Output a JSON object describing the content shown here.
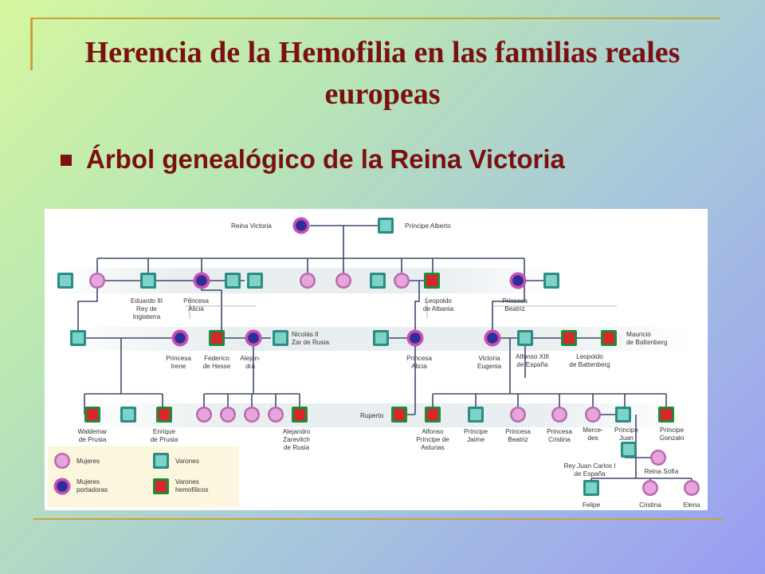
{
  "title": "Herencia de la Hemofilia en las familias reales europeas",
  "subtitle": "Árbol genealógico de la Reina Victoria",
  "tree": {
    "labels": {
      "reina_victoria": "Reina Victoria",
      "principe_alberto": "Príncipe Alberto",
      "eduardo_1": "Eduardo III",
      "eduardo_2": "Rey de",
      "eduardo_3": "Inglaterra",
      "alicia_top_1": "Princesa",
      "alicia_top_2": "Alicia",
      "leopoldo_alb_1": "Leopoldo",
      "leopoldo_alb_2": "de Albania",
      "beatriz_top_1": "Princesa",
      "beatriz_top_2": "Beatriz",
      "nicolas_1": "Nicolás II",
      "nicolas_2": "Zar de Rusia",
      "mauricio_1": "Mauricio",
      "mauricio_2": "de Battenberg",
      "irene_1": "Princesa",
      "irene_2": "Irene",
      "federico_1": "Federico",
      "federico_2": "de Hesse",
      "alejandra_1": "Alejan-",
      "alejandra_2": "dra",
      "alicia_mid_1": "Princesa",
      "alicia_mid_2": "Alicia",
      "victoria_e_1": "Victoria",
      "victoria_e_2": "Eugenia",
      "alfonso13_1": "Alfonso XIII",
      "alfonso13_2": "de España",
      "leopoldo_bat_1": "Leopoldo",
      "leopoldo_bat_2": "de Battenberg",
      "ruperto": "Ruperto",
      "waldemar_1": "Waldemar",
      "waldemar_2": "de Prusia",
      "enrique_1": "Enrique",
      "enrique_2": "de Prusia",
      "alejandro_1": "Alejandro",
      "alejandro_2": "Zarevitch",
      "alejandro_3": "de Rusia",
      "alfonso_pa_1": "Alfonso",
      "alfonso_pa_2": "Príncipe de",
      "alfonso_pa_3": "Asturias",
      "jaime_1": "Príncipe",
      "jaime_2": "Jaime",
      "beatriz_low_1": "Princesa",
      "beatriz_low_2": "Beatriz",
      "cristina_low_1": "Princesa",
      "cristina_low_2": "Cristina",
      "mercedes_1": "Merce-",
      "mercedes_2": "des",
      "juan_1": "Príncipe",
      "juan_2": "Juan",
      "gonzalo_1": "Príncipe",
      "gonzalo_2": "Gonzalo",
      "juan_carlos_1": "Rey Juan Carlos I",
      "juan_carlos_2": "de España",
      "reina_sofia": "Reina Sofía",
      "felipe": "Felipe",
      "cristina": "Cristina",
      "elena": "Elena"
    },
    "legend": {
      "mujeres": "Mujeres",
      "varones": "Varones",
      "portadoras_1": "Mujeres",
      "portadoras_2": "portadoras",
      "hemofilicos_1": "Varones",
      "hemofilicos_2": "hemofílicos"
    },
    "colors": {
      "female": "#e6a6dc",
      "male": "#7ed2c8",
      "carrier_outer": "#c94fb4",
      "carrier_inner": "#2b2f97",
      "hemophilic": "#d8262a"
    }
  }
}
